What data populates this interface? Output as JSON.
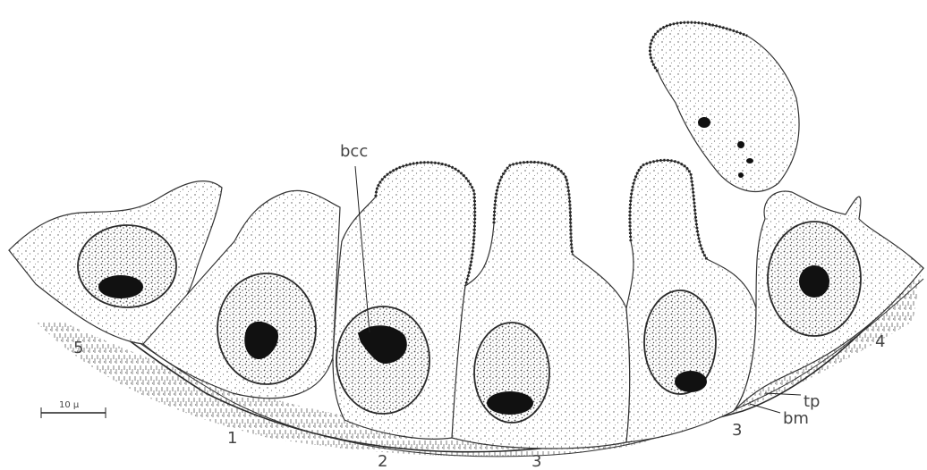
{
  "labels": {
    "bcc": "bcc",
    "tp": "tp",
    "bm": "bm",
    "n1": "1",
    "n2": "2",
    "n3a": "3",
    "n3b": "3",
    "n4": "4",
    "n5": "5",
    "scale": "10 µ"
  },
  "colors": {
    "ink": "#222222",
    "paper": "#ffffff"
  }
}
